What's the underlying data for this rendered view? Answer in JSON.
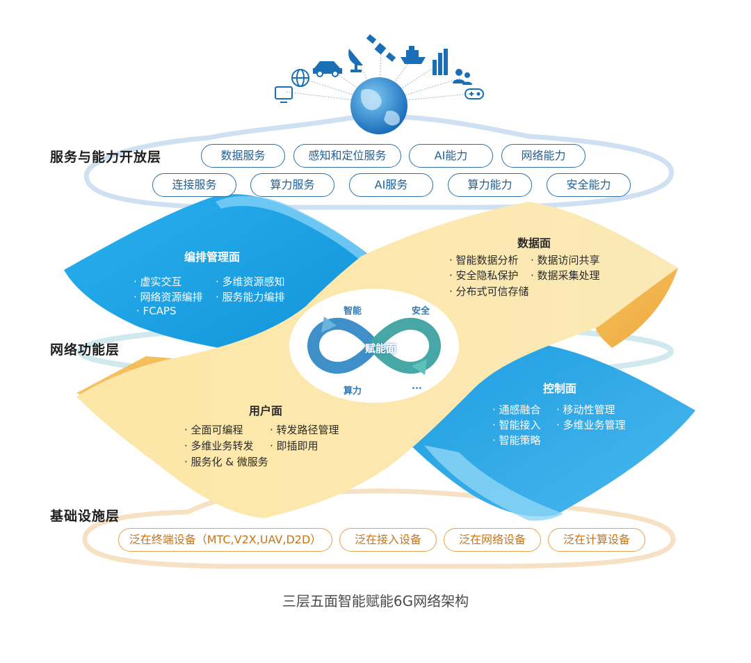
{
  "layers": {
    "service": "服务与能力开放层",
    "network": "网络功能层",
    "infra": "基础设施层"
  },
  "service_pills_row1": [
    "数据服务",
    "感知和定位服务",
    "AI能力",
    "网络能力"
  ],
  "service_pills_row2": [
    "连接服务",
    "算力服务",
    "AI服务",
    "算力能力",
    "安全能力"
  ],
  "planes": {
    "orchestration": {
      "title": "编排管理面",
      "items": [
        "虚实交互",
        "多维资源感知",
        "网络资源编排",
        "服务能力编排",
        "FCAPS"
      ]
    },
    "data": {
      "title": "数据面",
      "items": [
        "智能数据分析",
        "数据访问共享",
        "安全隐私保护",
        "数据采集处理",
        "分布式可信存储"
      ]
    },
    "user": {
      "title": "用户面",
      "items": [
        "全面可编程",
        "转发路径管理",
        "多维业务转发",
        "即插即用",
        "服务化 & 微服务"
      ]
    },
    "control": {
      "title": "控制面",
      "items": [
        "通感融合",
        "移动性管理",
        "智能接入",
        "多维业务管理",
        "智能策略"
      ]
    }
  },
  "enablement": {
    "center": "赋能面",
    "smart": "智能",
    "security": "安全",
    "compute": "算力",
    "more": "..."
  },
  "infra_pills": [
    "泛在终端设备（MTC,V2X,UAV,D2D）",
    "泛在接入设备",
    "泛在网络设备",
    "泛在计算设备"
  ],
  "caption": "三层五面智能赋能6G网络架构",
  "icons": [
    "tv-icon",
    "globe-icon",
    "car-icon",
    "satellite-dish-icon",
    "satellite-icon",
    "ship-icon",
    "buildings-icon",
    "people-icon",
    "gamepad-icon",
    "earth-globe-icon"
  ],
  "colors": {
    "blue_plane": "#1aa3e6",
    "yellow_plane": "#fbe3a0",
    "orange_edge": "#f2b046",
    "pill_blue": "#2c6fa8",
    "pill_orange": "#e8a14a"
  }
}
